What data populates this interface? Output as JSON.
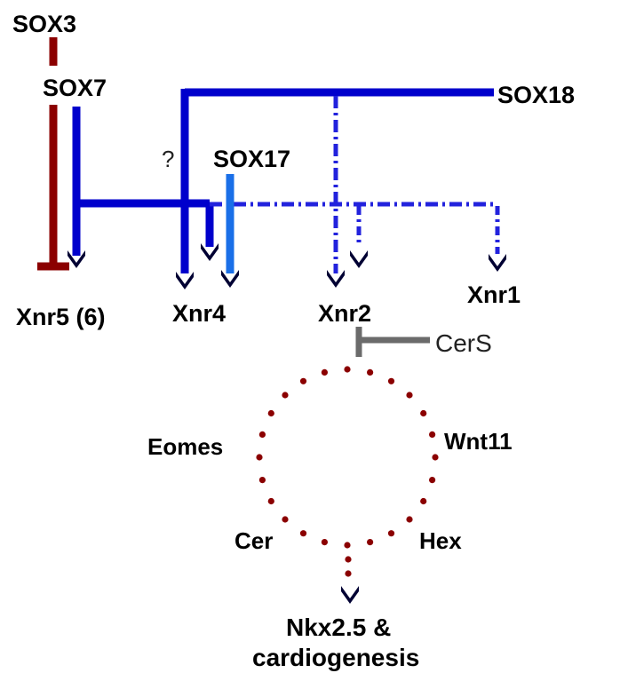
{
  "colors": {
    "text": "#000000",
    "inhibition": "#8b0000",
    "activation": "#0000cc",
    "sox17_activation": "#1a6fe8",
    "arrowhead": "#000033",
    "ceramide_inhibition": "#6b6b6b",
    "dots": "#8b0000"
  },
  "nodes": {
    "sox3": "SOX3",
    "sox7": "SOX7",
    "sox17": "SOX17",
    "sox18": "SOX18",
    "xnr5": "Xnr5 (6)",
    "xnr4": "Xnr4",
    "xnr2": "Xnr2",
    "xnr1": "Xnr1",
    "cers": "CerS",
    "eomes": "Eomes",
    "wnt11": "Wnt11",
    "cer": "Cer",
    "hex": "Hex",
    "output_line1": "Nkx2.5 &",
    "output_line2": "cardiogenesis"
  },
  "annotations": {
    "uncertain_link": "?"
  }
}
